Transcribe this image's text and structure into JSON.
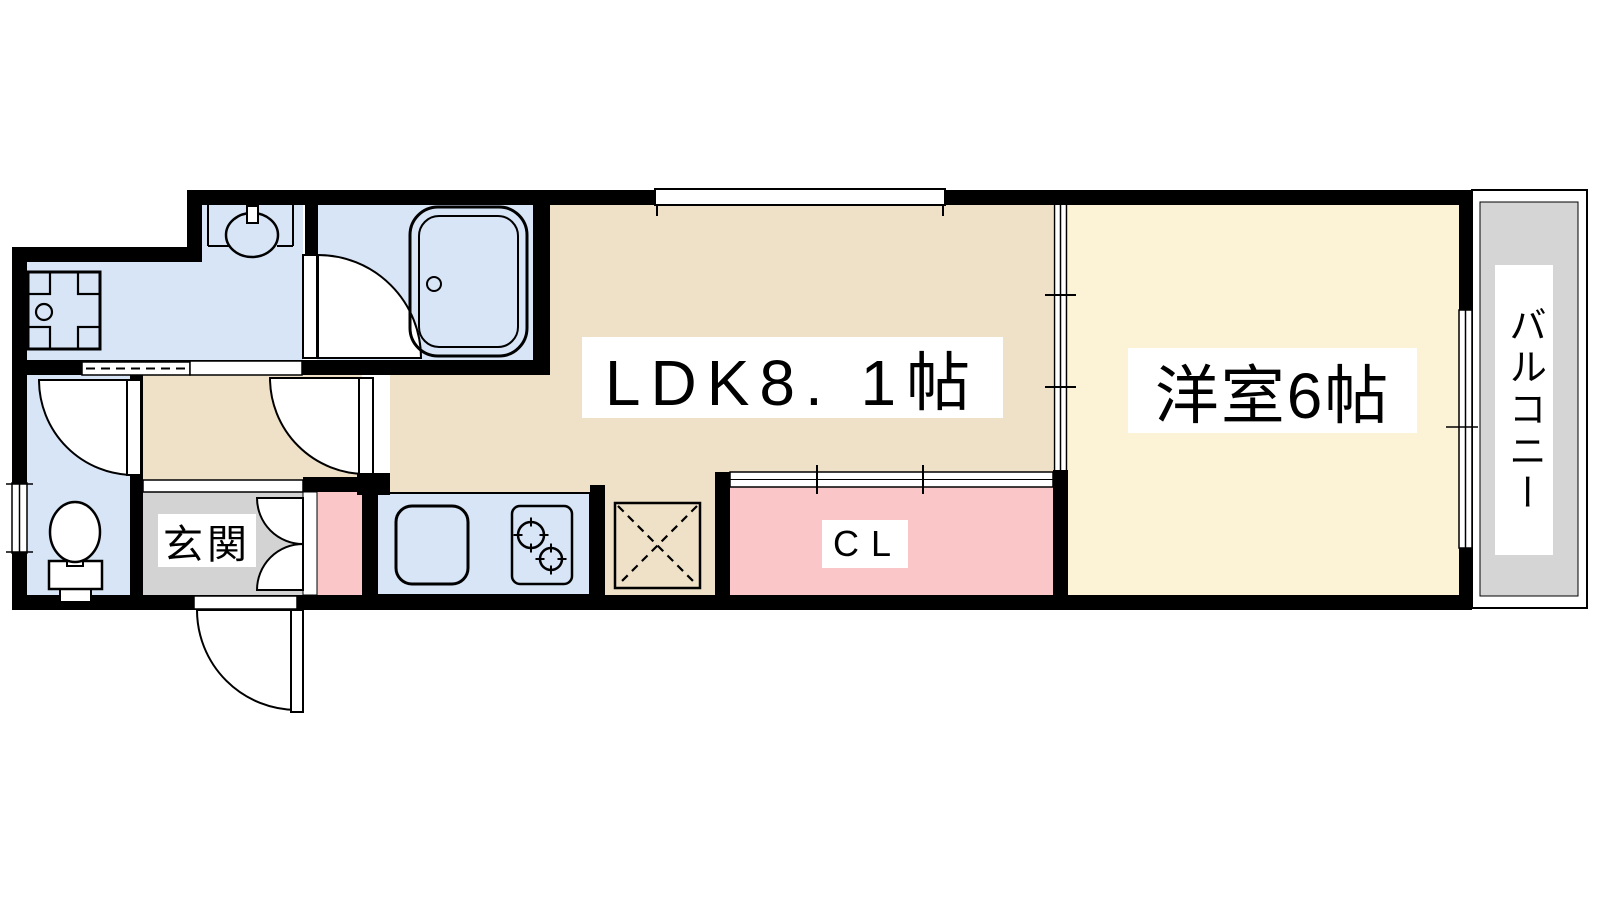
{
  "rooms": {
    "ldk_label": "LDK8. 1帖",
    "western_label": "洋室6帖",
    "closet_label": "CL",
    "entrance_label": "玄関",
    "balcony_label": "バルコニー"
  },
  "colors": {
    "wall": "#000000",
    "water_area_blue": "#D7E5F7",
    "ldk_floor_beige": "#EFE1C7",
    "western_floor_cream": "#FCF2D5",
    "closet_pink": "#FBC6C7",
    "entrance_gray": "#D3D3D3",
    "balcony_gray": "#D5D5D5"
  },
  "fixtures": [
    "bathtub",
    "wash-basin",
    "washing-machine-pan",
    "toilet",
    "kitchen-sink",
    "gas-stove",
    "refrigerator-space"
  ]
}
